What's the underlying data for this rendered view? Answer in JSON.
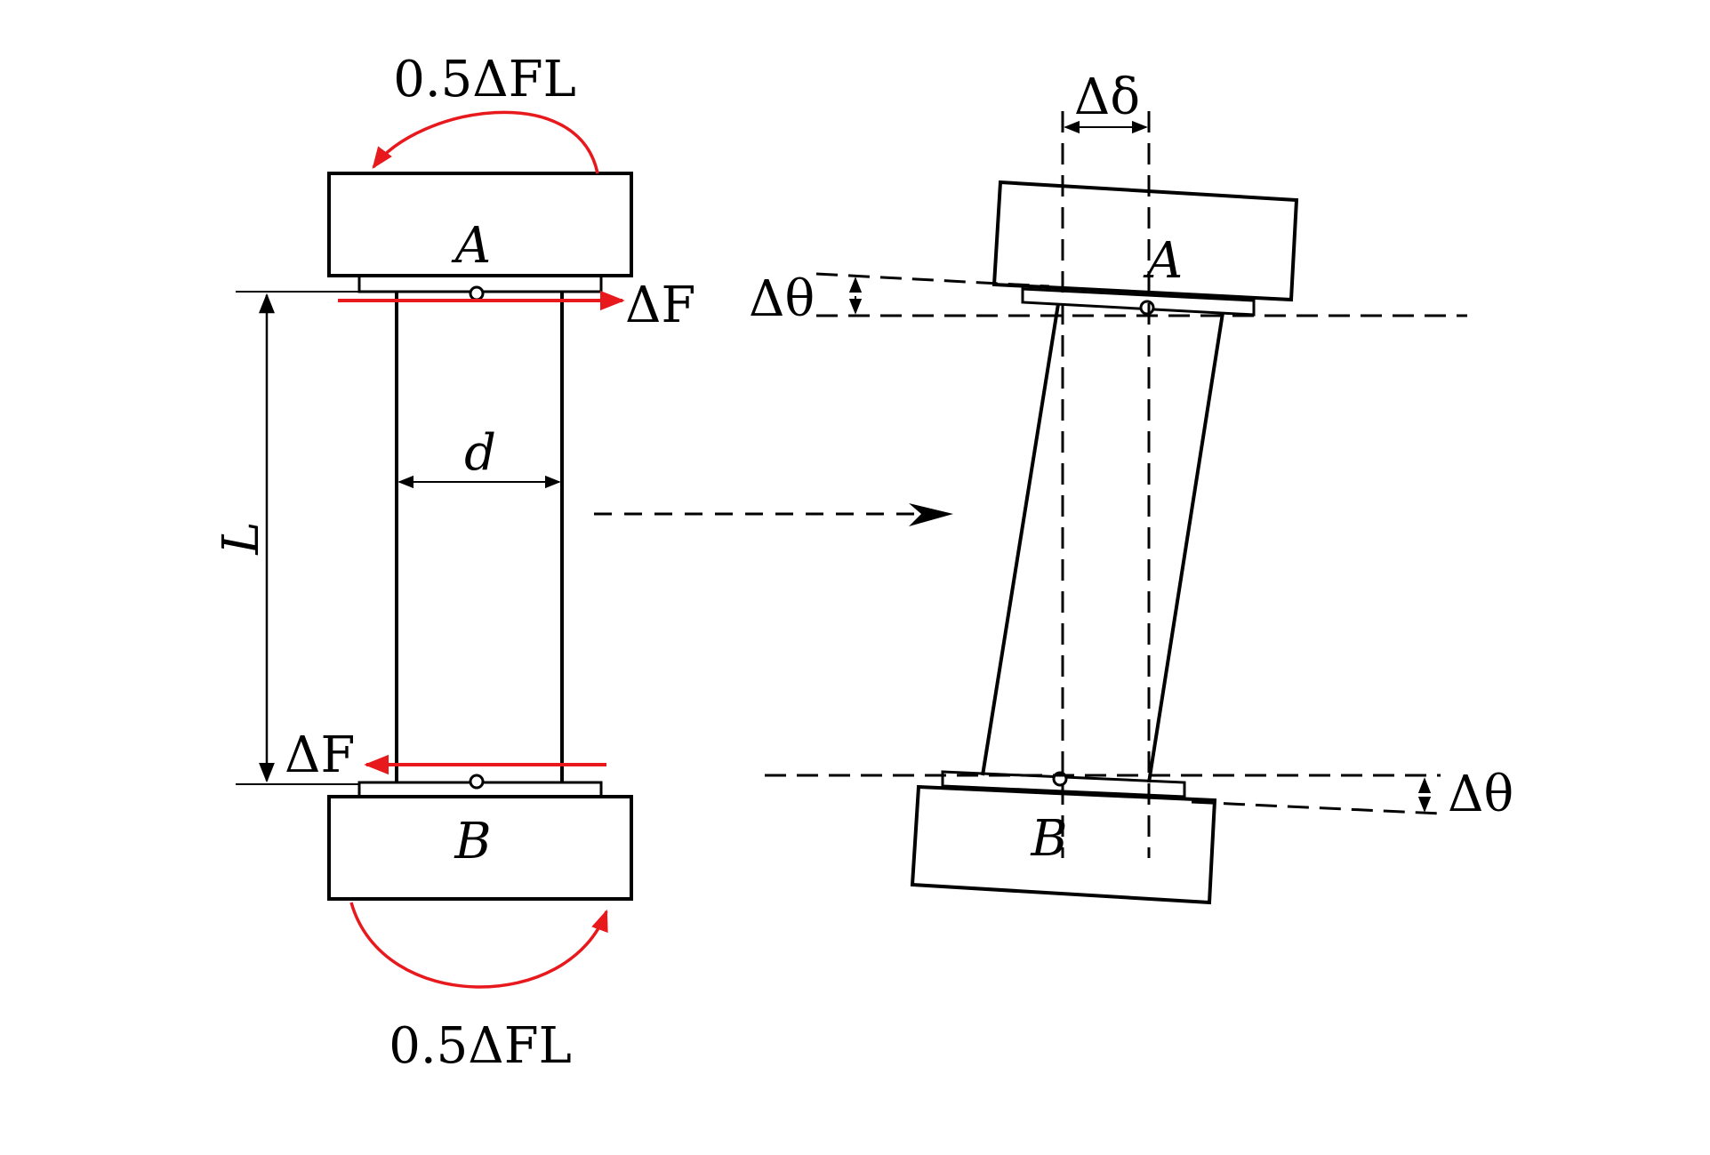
{
  "colors": {
    "line": "#000000",
    "force": "#e8191c",
    "background": "#ffffff"
  },
  "left": {
    "moment_top": "0.5ΔFL",
    "moment_bottom": "0.5ΔFL",
    "label_A": "A",
    "label_B": "B",
    "force_top": "ΔF",
    "force_bottom": "ΔF",
    "dim_L": "L",
    "dim_d": "d"
  },
  "right": {
    "label_A": "A",
    "label_B": "B",
    "delta_delta": "Δδ",
    "delta_theta_top": "Δθ",
    "delta_theta_bottom": "Δθ"
  }
}
